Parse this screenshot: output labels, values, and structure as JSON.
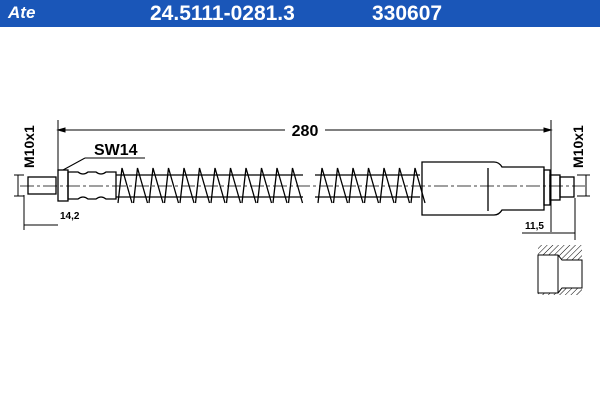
{
  "header": {
    "logo": "Ate",
    "part_number": "24.5111-0281.3",
    "code": "330607",
    "color": "#1a56b8"
  },
  "drawing": {
    "length": "280",
    "wrench_size": "SW14",
    "thread_left": "M10x1",
    "thread_right": "M10x1",
    "dim_left": "14,2",
    "dim_right": "11,5"
  }
}
